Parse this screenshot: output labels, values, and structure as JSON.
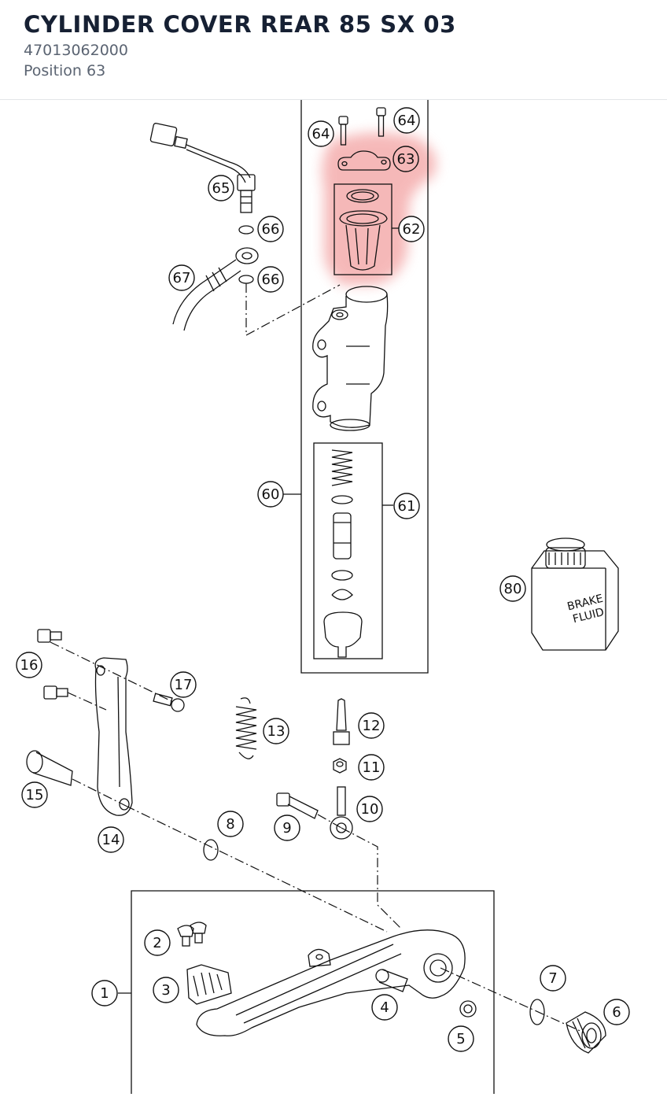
{
  "header": {
    "title": "CYLINDER COVER REAR 85 SX 03",
    "part_number": "47013062000",
    "position": "Position 63"
  },
  "diagram": {
    "highlight_color": "#f08a8a",
    "selected_position": "63",
    "fluid_can_label_line1": "BRAKE",
    "fluid_can_label_line2": "FLUID",
    "callouts": [
      {
        "id": "64a",
        "label": "64"
      },
      {
        "id": "64b",
        "label": "64"
      },
      {
        "id": "63",
        "label": "63"
      },
      {
        "id": "62",
        "label": "62"
      },
      {
        "id": "65",
        "label": "65"
      },
      {
        "id": "66a",
        "label": "66"
      },
      {
        "id": "66b",
        "label": "66"
      },
      {
        "id": "67",
        "label": "67"
      },
      {
        "id": "60",
        "label": "60"
      },
      {
        "id": "61",
        "label": "61"
      },
      {
        "id": "80",
        "label": "80"
      },
      {
        "id": "16",
        "label": "16"
      },
      {
        "id": "17",
        "label": "17"
      },
      {
        "id": "13",
        "label": "13"
      },
      {
        "id": "12",
        "label": "12"
      },
      {
        "id": "11",
        "label": "11"
      },
      {
        "id": "10",
        "label": "10"
      },
      {
        "id": "15",
        "label": "15"
      },
      {
        "id": "9",
        "label": "9"
      },
      {
        "id": "8",
        "label": "8"
      },
      {
        "id": "14",
        "label": "14"
      },
      {
        "id": "2",
        "label": "2"
      },
      {
        "id": "3",
        "label": "3"
      },
      {
        "id": "1",
        "label": "1"
      },
      {
        "id": "4",
        "label": "4"
      },
      {
        "id": "5",
        "label": "5"
      },
      {
        "id": "7",
        "label": "7"
      },
      {
        "id": "6",
        "label": "6"
      }
    ]
  }
}
